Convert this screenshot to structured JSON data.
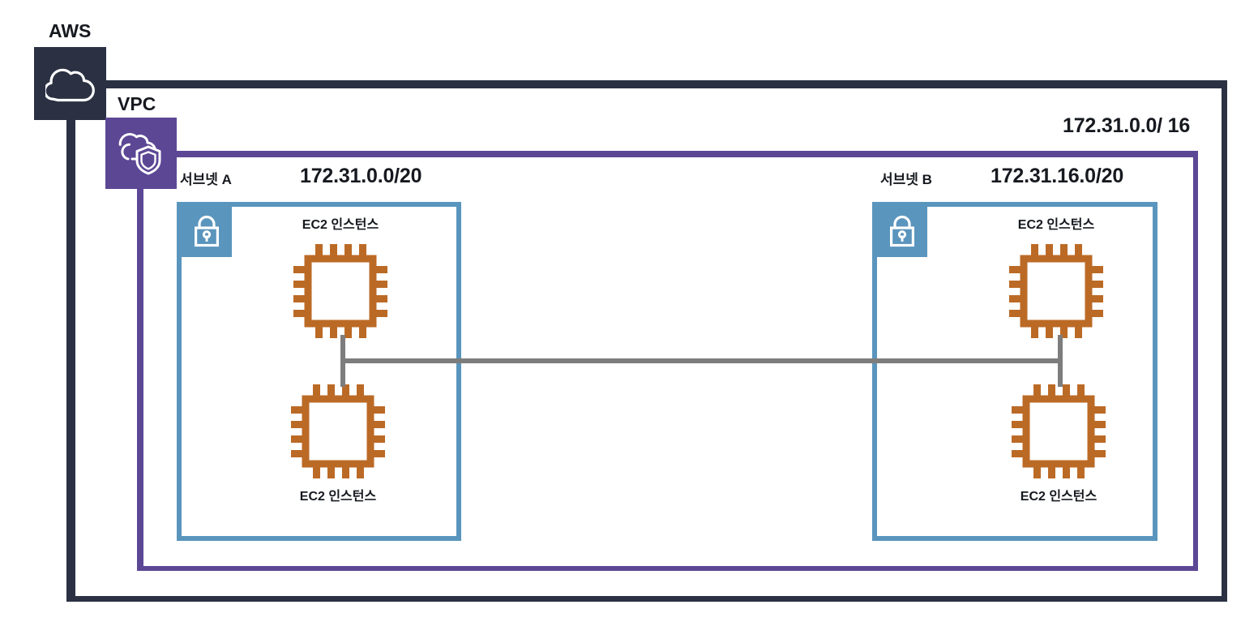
{
  "diagram": {
    "title": "AWS VPC with two subnets and EC2 instances",
    "colors": {
      "aws_navy": "#2b3143",
      "vpc_purple": "#5c4795",
      "subnet_blue": "#5a95bd",
      "ec2_orange": "#bb6a26",
      "connector_gray": "#7d7d7d",
      "background": "#ffffff"
    }
  },
  "aws": {
    "label": "AWS",
    "icon": "cloud-icon"
  },
  "vpc": {
    "label": "VPC",
    "icon": "vpc-cloud-shield-icon",
    "cidr": "172.31.0.0/ 16"
  },
  "subnets": [
    {
      "name": "서브넷 A",
      "cidr": "172.31.0.0/20",
      "icon": "lock-icon",
      "instances": [
        {
          "label": "EC2 인스턴스",
          "icon": "ec2-chip-icon",
          "label_position": "above"
        },
        {
          "label": "EC2 인스턴스",
          "icon": "ec2-chip-icon",
          "label_position": "below"
        }
      ]
    },
    {
      "name": "서브넷 B",
      "cidr": "172.31.16.0/20",
      "icon": "lock-icon",
      "instances": [
        {
          "label": "EC2 인스턴스",
          "icon": "ec2-chip-icon",
          "label_position": "above"
        },
        {
          "label": "EC2 인스턴스",
          "icon": "ec2-chip-icon",
          "label_position": "below"
        }
      ]
    }
  ]
}
